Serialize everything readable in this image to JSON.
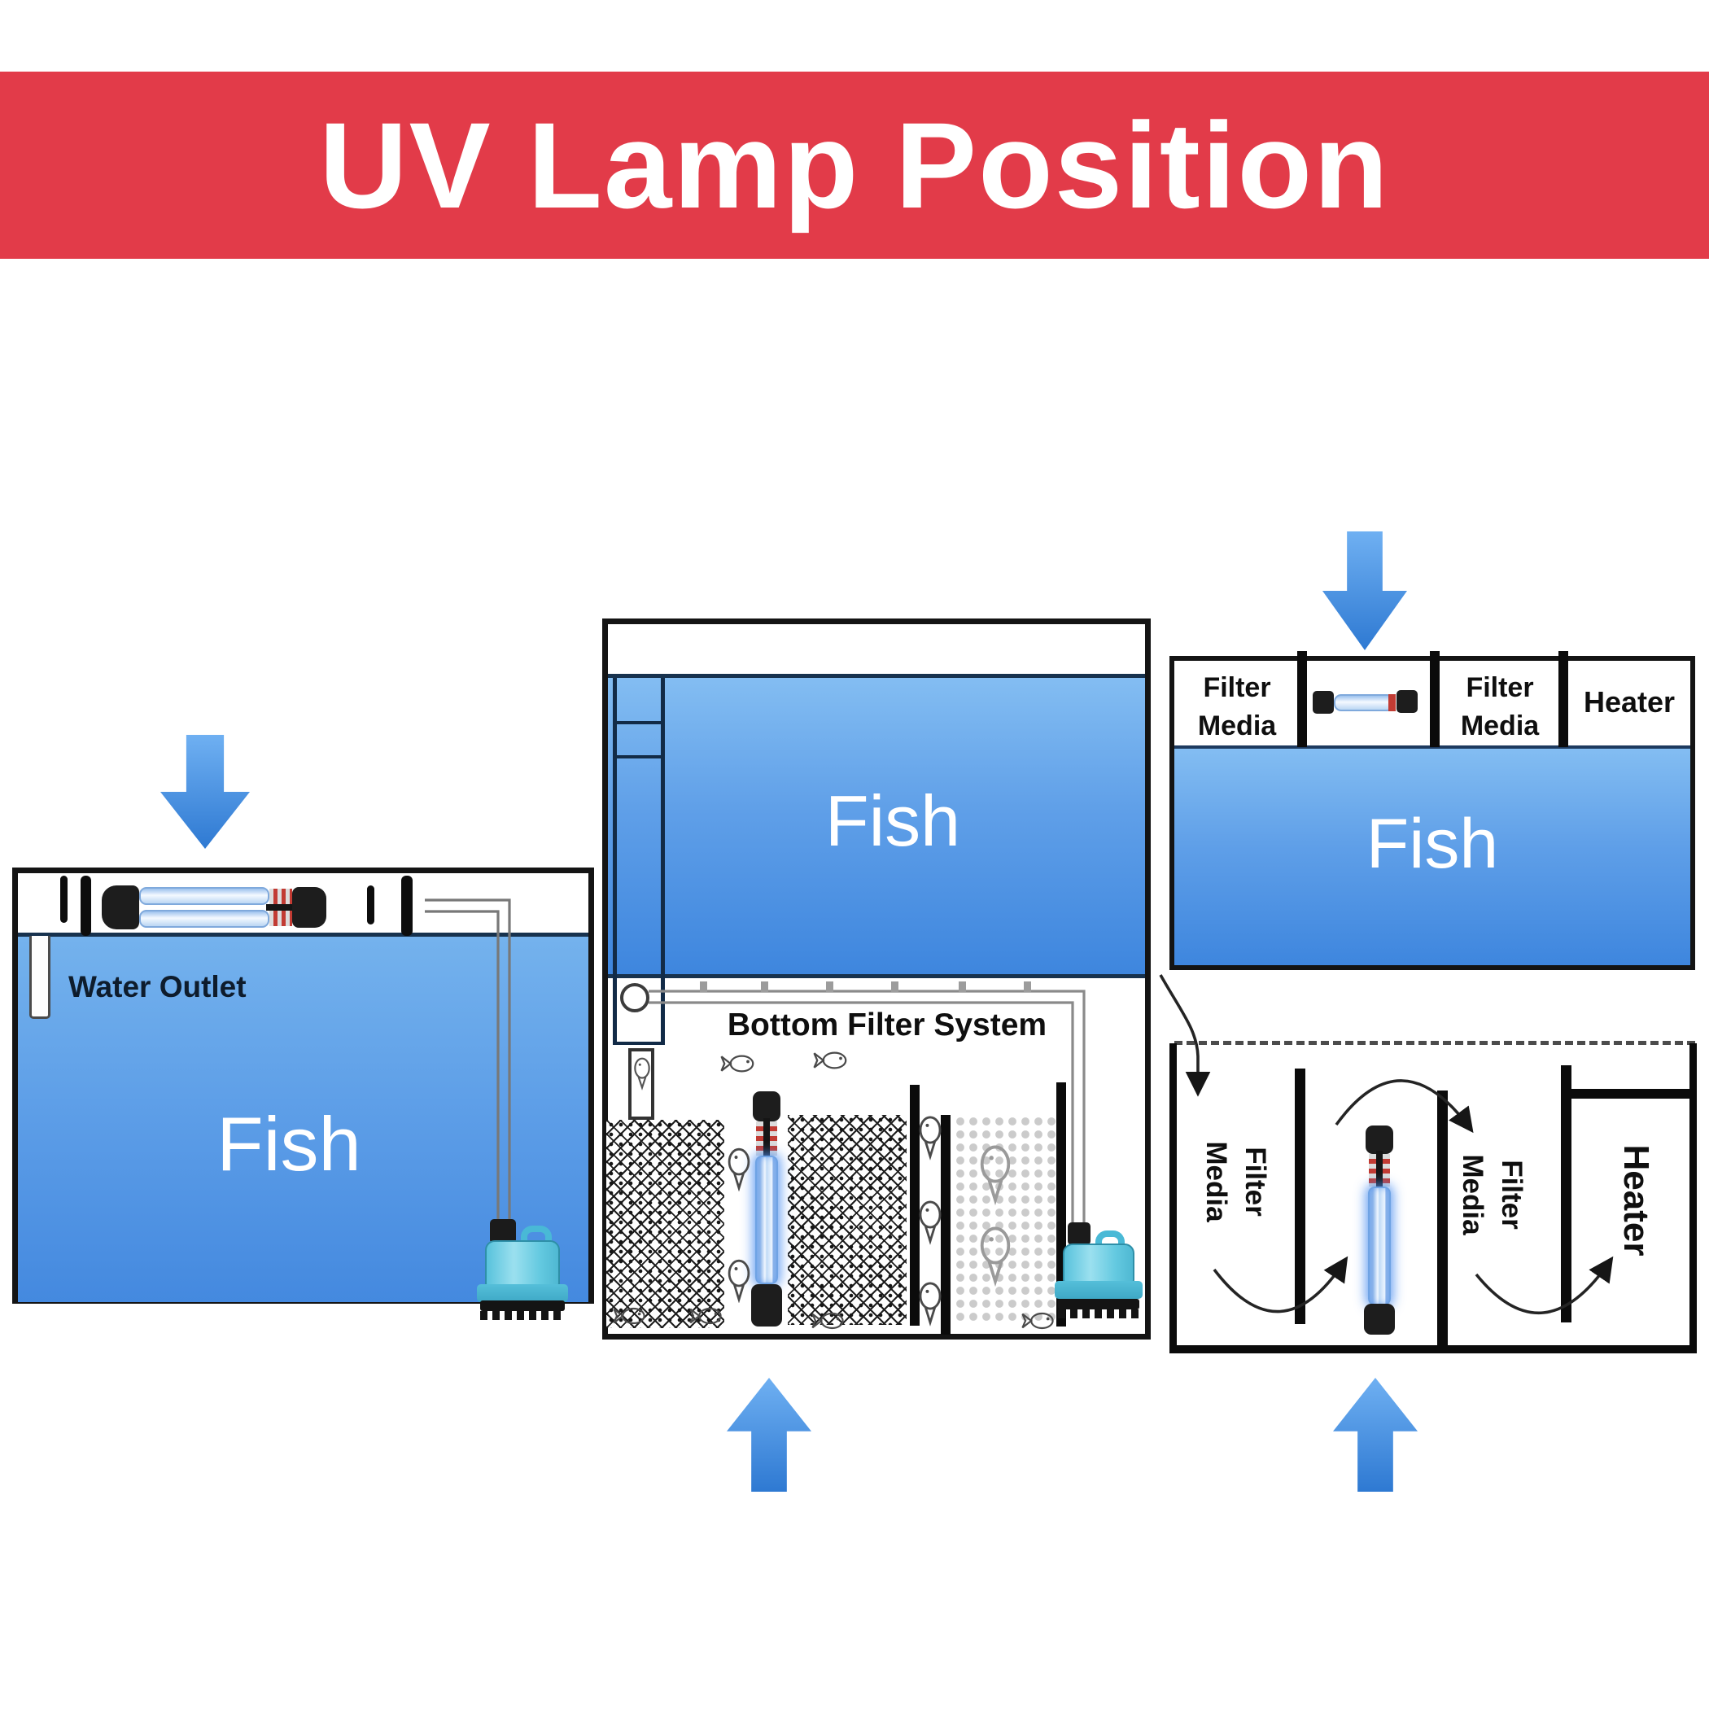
{
  "banner": {
    "title": "UV Lamp Position"
  },
  "colors": {
    "banner-red": "#E23B49",
    "arrow-light": "#6FB0F2",
    "arrow-dark": "#2E79D2",
    "water-light": "#83BDF2",
    "water-dark": "#3E86DE",
    "lamp-glow": "#4D8FF0",
    "pump-cyan": "#63C9E0"
  },
  "icons": {
    "left_arrow": "arrow-down-icon",
    "right_arrow": "arrow-down-icon",
    "middle_arrow": "arrow-up-icon",
    "sump_arrow": "arrow-up-icon",
    "uv_lamp": "uv-lamp-icon",
    "pump": "water-pump-icon",
    "fish": "fish-outline-icon",
    "flow": "flow-arrow-icon"
  },
  "left_tank": {
    "water_outlet_label": "Water Outlet",
    "fish_label": "Fish"
  },
  "middle_tank": {
    "fish_label": "Fish",
    "bottom_filter_label": "Bottom Filter System"
  },
  "right_top_tank": {
    "c1_line1": "Filter",
    "c1_line2": "Media",
    "c3_line1": "Filter",
    "c3_line2": "Media",
    "c4_label": "Heater",
    "fish_label": "Fish"
  },
  "sump": {
    "fm1_line1": "Filter",
    "fm1_line2": "Media",
    "fm2_line1": "Filter",
    "fm2_line2": "Media",
    "heater_label": "Heater"
  }
}
